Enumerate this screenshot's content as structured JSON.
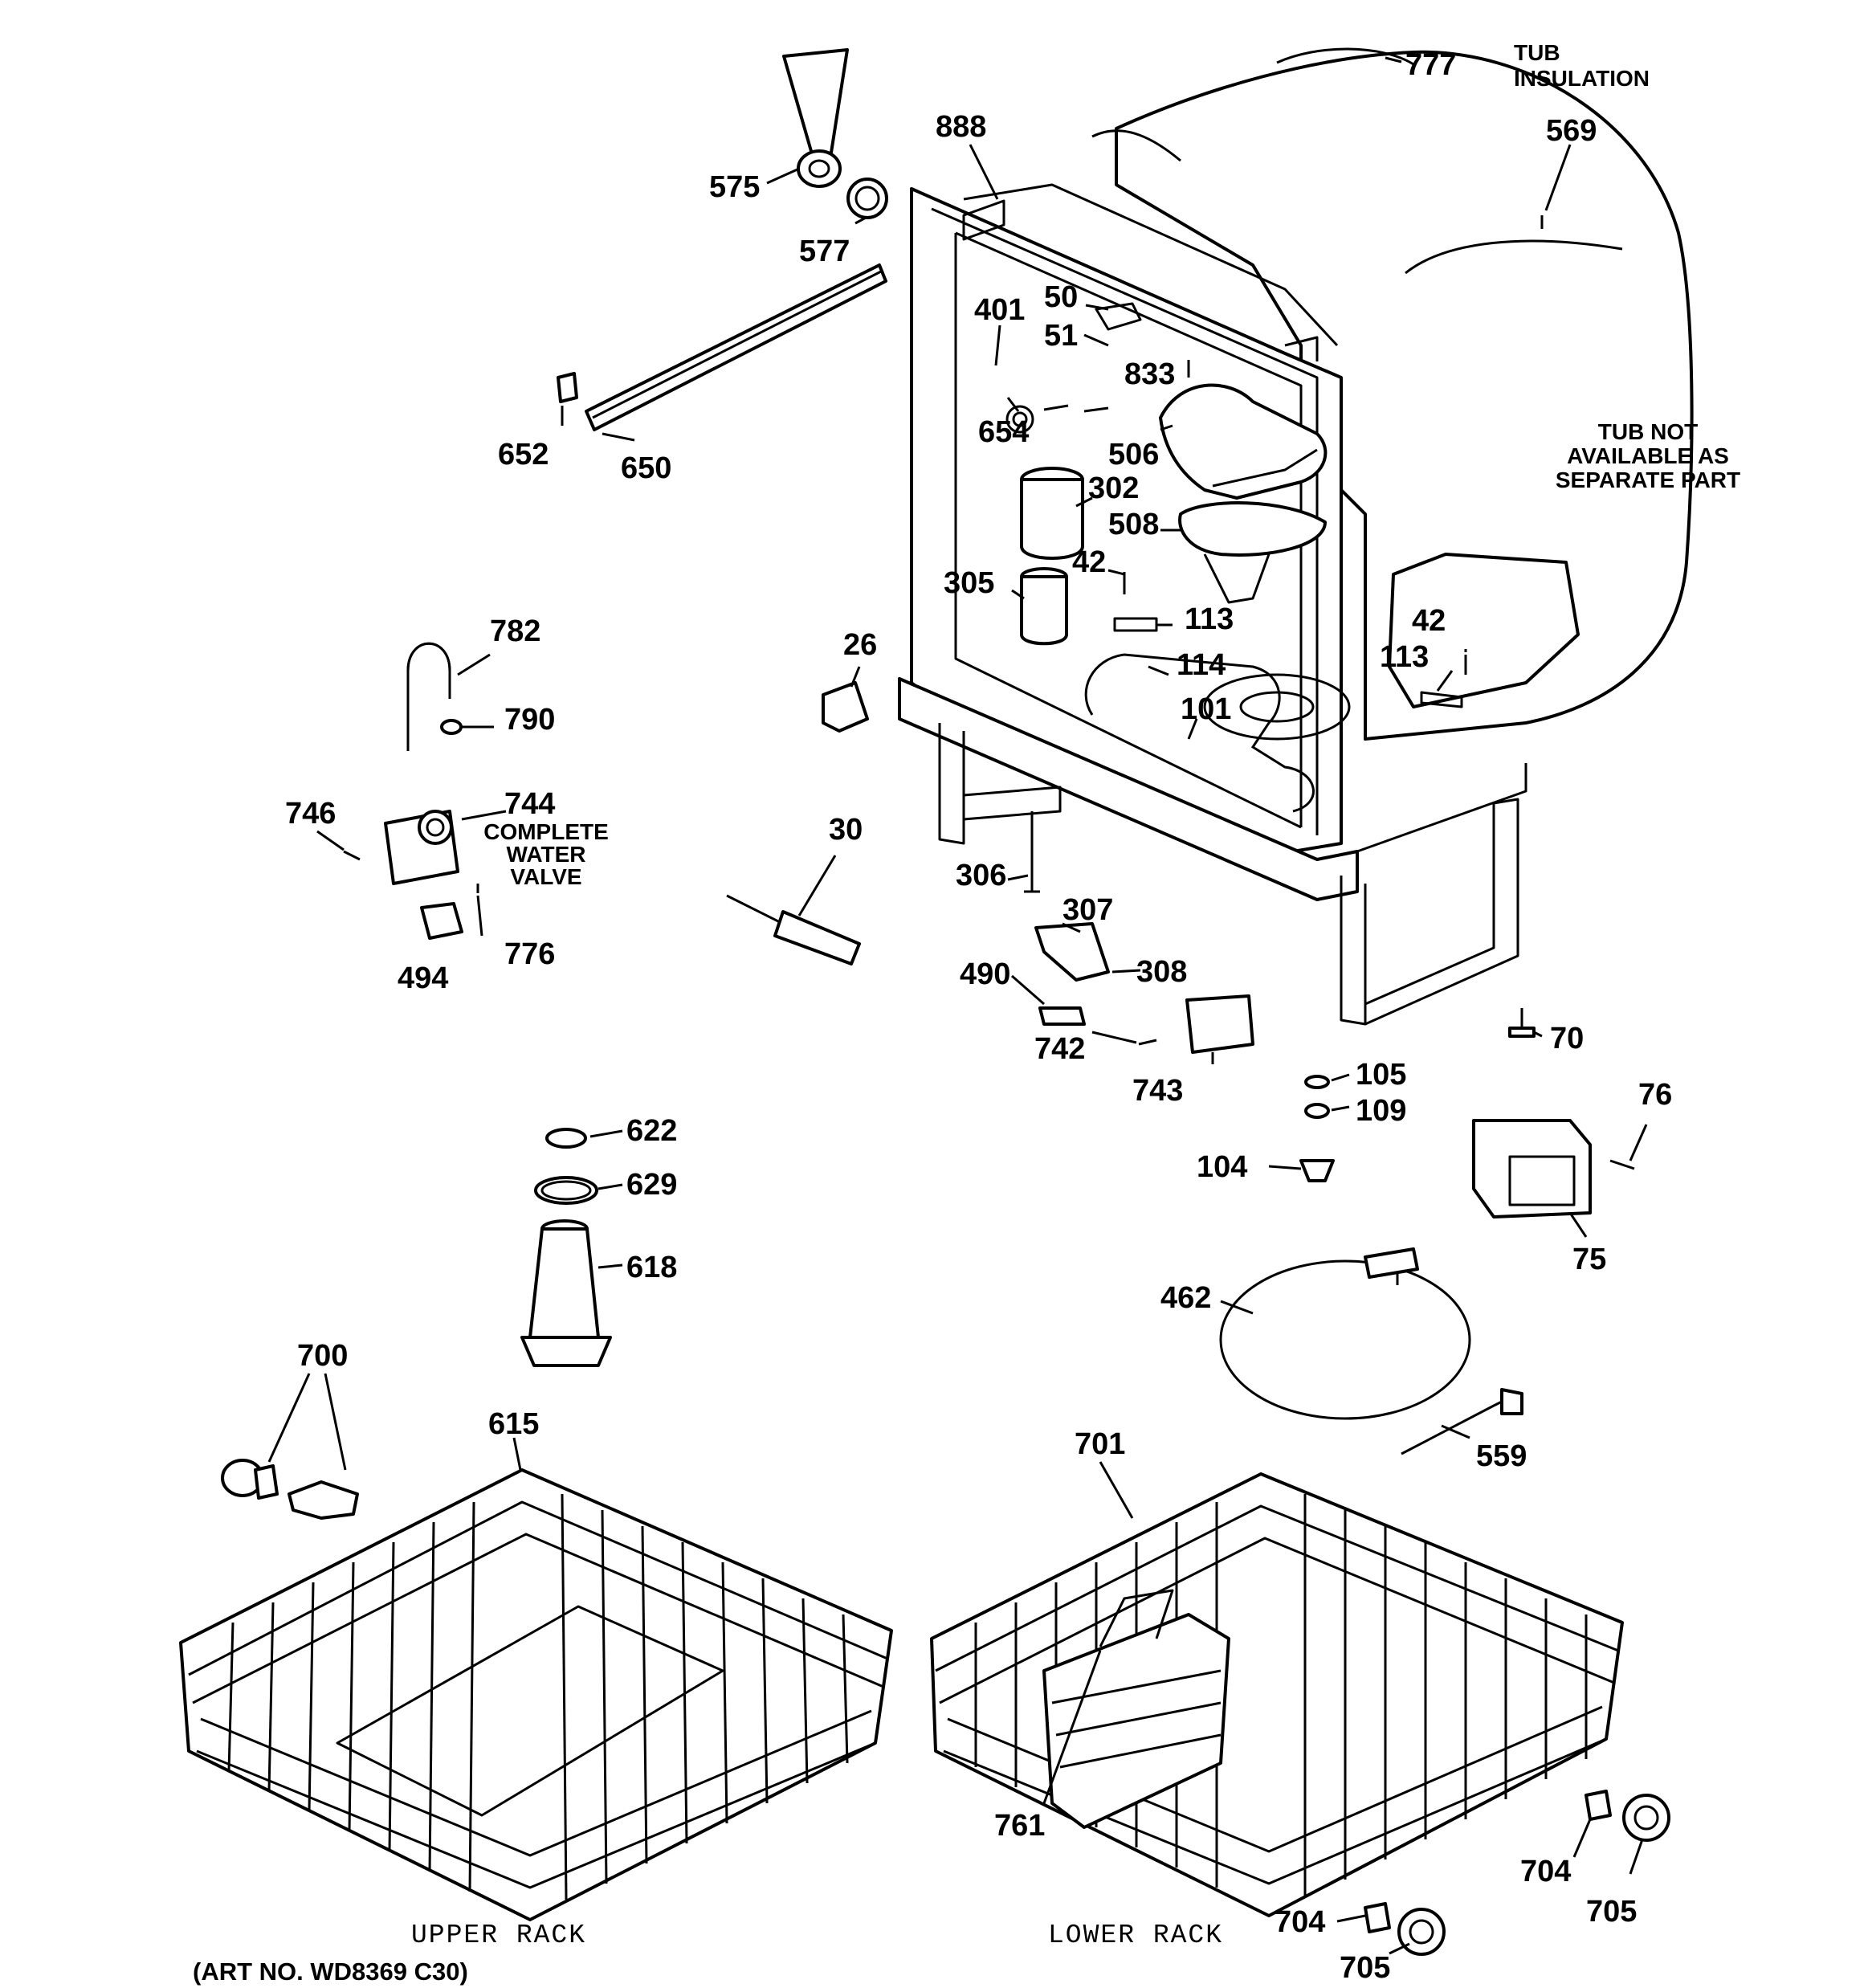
{
  "parts": [
    {
      "id": "p777",
      "label": "777"
    },
    {
      "id": "p569",
      "label": "569"
    },
    {
      "id": "p888",
      "label": "888"
    },
    {
      "id": "p575",
      "label": "575"
    },
    {
      "id": "p577",
      "label": "577"
    },
    {
      "id": "p401",
      "label": "401"
    },
    {
      "id": "p50",
      "label": "50"
    },
    {
      "id": "p51",
      "label": "51"
    },
    {
      "id": "p833",
      "label": "833"
    },
    {
      "id": "p652",
      "label": "652"
    },
    {
      "id": "p650",
      "label": "650"
    },
    {
      "id": "p654",
      "label": "654"
    },
    {
      "id": "p506",
      "label": "506"
    },
    {
      "id": "p302",
      "label": "302"
    },
    {
      "id": "p508",
      "label": "508"
    },
    {
      "id": "p42a",
      "label": "42"
    },
    {
      "id": "p305",
      "label": "305"
    },
    {
      "id": "p113a",
      "label": "113"
    },
    {
      "id": "p42b",
      "label": "42"
    },
    {
      "id": "p113b",
      "label": "113"
    },
    {
      "id": "p782",
      "label": "782"
    },
    {
      "id": "p26",
      "label": "26"
    },
    {
      "id": "p114",
      "label": "114"
    },
    {
      "id": "p790",
      "label": "790"
    },
    {
      "id": "p101",
      "label": "101"
    },
    {
      "id": "p746",
      "label": "746"
    },
    {
      "id": "p744",
      "label": "744"
    },
    {
      "id": "p30",
      "label": "30"
    },
    {
      "id": "p306",
      "label": "306"
    },
    {
      "id": "p307",
      "label": "307"
    },
    {
      "id": "p490",
      "label": "490"
    },
    {
      "id": "p308",
      "label": "308"
    },
    {
      "id": "p494",
      "label": "494"
    },
    {
      "id": "p776",
      "label": "776"
    },
    {
      "id": "p70",
      "label": "70"
    },
    {
      "id": "p742",
      "label": "742"
    },
    {
      "id": "p743",
      "label": "743"
    },
    {
      "id": "p105",
      "label": "105"
    },
    {
      "id": "p109",
      "label": "109"
    },
    {
      "id": "p76",
      "label": "76"
    },
    {
      "id": "p622",
      "label": "622"
    },
    {
      "id": "p629",
      "label": "629"
    },
    {
      "id": "p104",
      "label": "104"
    },
    {
      "id": "p75",
      "label": "75"
    },
    {
      "id": "p618",
      "label": "618"
    },
    {
      "id": "p462",
      "label": "462"
    },
    {
      "id": "p700",
      "label": "700"
    },
    {
      "id": "p615",
      "label": "615"
    },
    {
      "id": "p701",
      "label": "701"
    },
    {
      "id": "p559",
      "label": "559"
    },
    {
      "id": "p761",
      "label": "761"
    },
    {
      "id": "p704a",
      "label": "704"
    },
    {
      "id": "p705a",
      "label": "705"
    },
    {
      "id": "p704b",
      "label": "704"
    },
    {
      "id": "p705b",
      "label": "705"
    }
  ],
  "notes": {
    "tub_insulation": [
      "TUB",
      "INSULATION"
    ],
    "tub_not_available": [
      "TUB NOT",
      "AVAILABLE AS",
      "SEPARATE PART"
    ],
    "water_valve": [
      "COMPLETE",
      "WATER",
      "VALVE"
    ]
  },
  "captions": {
    "upper_rack": "UPPER RACK",
    "lower_rack": "LOWER RACK",
    "art_no": "(ART NO. WD8369 C30)"
  }
}
